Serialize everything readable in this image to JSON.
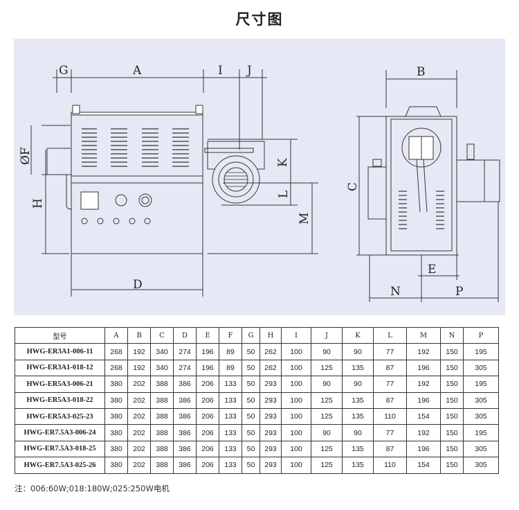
{
  "title": "尺寸图",
  "drawing": {
    "front_labels": [
      "G",
      "A",
      "I",
      "J",
      "ØF",
      "K",
      "H",
      "L",
      "M",
      "D"
    ],
    "side_labels": [
      "B",
      "C",
      "E",
      "N",
      "P"
    ]
  },
  "table": {
    "headers": [
      "型号",
      "A",
      "B",
      "C",
      "D",
      "E",
      "F",
      "G",
      "H",
      "I",
      "J",
      "K",
      "L",
      "M",
      "N",
      "P"
    ],
    "rows": [
      [
        "HWG-ER3A1-006-11",
        "268",
        "192",
        "340",
        "274",
        "196",
        "89",
        "50",
        "262",
        "100",
        "90",
        "90",
        "77",
        "192",
        "150",
        "195"
      ],
      [
        "HWG-ER3A1-018-12",
        "268",
        "192",
        "340",
        "274",
        "196",
        "89",
        "50",
        "262",
        "100",
        "125",
        "135",
        "87",
        "196",
        "150",
        "305"
      ],
      [
        "HWG-ER5A3-006-21",
        "380",
        "202",
        "388",
        "386",
        "206",
        "133",
        "50",
        "293",
        "100",
        "90",
        "90",
        "77",
        "192",
        "150",
        "195"
      ],
      [
        "HWG-ER5A3-018-22",
        "380",
        "202",
        "388",
        "386",
        "206",
        "133",
        "50",
        "293",
        "100",
        "125",
        "135",
        "87",
        "196",
        "150",
        "305"
      ],
      [
        "HWG-ER5A3-025-23",
        "380",
        "202",
        "388",
        "386",
        "206",
        "133",
        "50",
        "293",
        "100",
        "125",
        "135",
        "110",
        "154",
        "150",
        "305"
      ],
      [
        "HWG-ER7.5A3-006-24",
        "380",
        "202",
        "388",
        "386",
        "206",
        "133",
        "50",
        "293",
        "100",
        "90",
        "90",
        "77",
        "192",
        "150",
        "195"
      ],
      [
        "HWG-ER7.5A3-018-25",
        "380",
        "202",
        "388",
        "386",
        "206",
        "133",
        "50",
        "293",
        "100",
        "125",
        "135",
        "87",
        "196",
        "150",
        "305"
      ],
      [
        "HWG-ER7.5A3-025-26",
        "380",
        "202",
        "388",
        "386",
        "206",
        "133",
        "50",
        "293",
        "100",
        "125",
        "135",
        "110",
        "154",
        "150",
        "305"
      ]
    ]
  },
  "note": "注：006:60W;018:180W;025:250W电机"
}
